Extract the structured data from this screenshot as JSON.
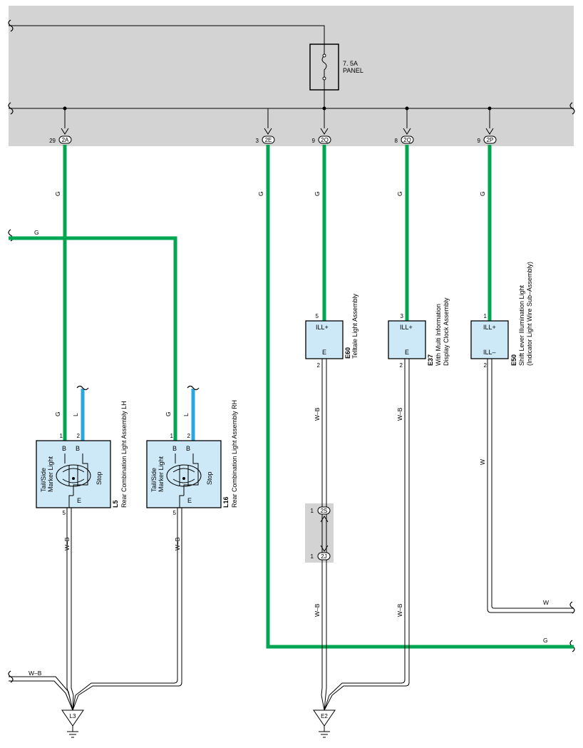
{
  "fuse": {
    "rating": "7. 5A",
    "name": "PANEL"
  },
  "junctions": [
    {
      "pin": "29",
      "code": "2A"
    },
    {
      "pin": "3",
      "code": "2E"
    },
    {
      "pin": "9",
      "code": "2Q"
    },
    {
      "pin": "8",
      "code": "2Q"
    },
    {
      "pin": "9",
      "code": "2P"
    }
  ],
  "inline_connectors": [
    {
      "pin": "1",
      "code": "2S"
    },
    {
      "pin": "1",
      "code": "2J"
    }
  ],
  "wire_colors": {
    "green": "G",
    "blue": "L",
    "white_black": "W–B",
    "white": "W"
  },
  "components": [
    {
      "id": "E60",
      "name": "Telltale Light Assembly",
      "top_pin": "5",
      "top_label": "ILL+",
      "bottom_label": "E",
      "bottom_pin": "2"
    },
    {
      "id": "E37",
      "name1": "With Multi Information",
      "name2": "Display Clock Assembly",
      "top_pin": "3",
      "top_label": "ILL+",
      "bottom_label": "E",
      "bottom_pin": "2"
    },
    {
      "id": "E50",
      "name1": "Shift Lever Illumination Light",
      "name2": "(Indicator Light Wire Sub–Assembly)",
      "top_pin": "1",
      "top_label": "ILL+",
      "bottom_label": "ILL–",
      "bottom_pin": "2"
    }
  ],
  "lamps": [
    {
      "id": "L5",
      "name": "Rear Combination Light Assembly LH",
      "pin1": "1",
      "pin2": "2",
      "b1": "B",
      "b2": "B",
      "left_text1": "Tail/Side",
      "left_text2": "Marker Light",
      "right_text": "Stop",
      "bottom_label": "E",
      "bottom_pin": "5"
    },
    {
      "id": "L16",
      "name": "Rear Combination Light Assembly RH",
      "pin1": "1",
      "pin2": "2",
      "b1": "B",
      "b2": "B",
      "left_text1": "Tail/Side",
      "left_text2": "Marker Light",
      "right_text": "Stop",
      "bottom_label": "E",
      "bottom_pin": "5"
    }
  ],
  "grounds": [
    "L3",
    "E2"
  ],
  "colors": {
    "green_wire": "#00a651",
    "blue_wire": "#29a8e0",
    "box_fill": "#cde9f7",
    "panel_bg": "#d3d3d3"
  }
}
